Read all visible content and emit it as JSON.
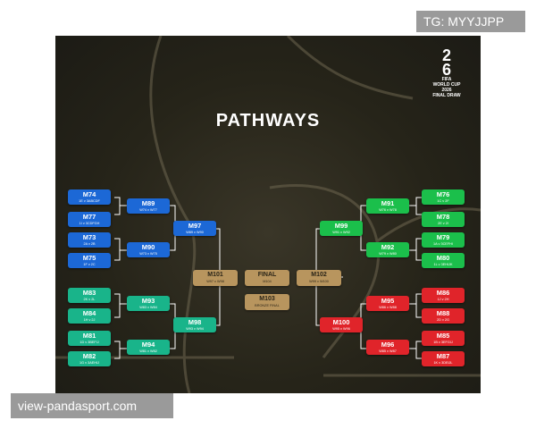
{
  "watermark_top": "TG: MYYJJPP",
  "watermark_bottom": "view-pandasport.com",
  "title": "PATHWAYS",
  "logo": {
    "number_top": "2",
    "number_bottom": "6",
    "line1": "FIFA",
    "line2": "WORLD CUP",
    "line3": "2026",
    "line4": "FINAL DRAW"
  },
  "left_r32": [
    {
      "code": "M74",
      "sub": "1E v 3ABCDF"
    },
    {
      "code": "M77",
      "sub": "1I v 3CDFGH"
    },
    {
      "code": "M73",
      "sub": "2A v 2B"
    },
    {
      "code": "M75",
      "sub": "1F v 2C"
    },
    {
      "code": "M83",
      "sub": "2K v 2L"
    },
    {
      "code": "M84",
      "sub": "1H v 2J"
    },
    {
      "code": "M81",
      "sub": "1D v 3BEFIJ"
    },
    {
      "code": "M82",
      "sub": "1G v 3AEHIJ"
    }
  ],
  "left_r16": [
    {
      "code": "M89",
      "sub": "W74 v W77"
    },
    {
      "code": "M90",
      "sub": "W73 v W75"
    },
    {
      "code": "M93",
      "sub": "W83 v W84"
    },
    {
      "code": "M94",
      "sub": "W81 v W82"
    }
  ],
  "left_qf": [
    {
      "code": "M97",
      "sub": "W89 v W90"
    },
    {
      "code": "M98",
      "sub": "W93 v W94"
    }
  ],
  "semis": [
    {
      "code": "M101",
      "sub": "W97 v W98"
    },
    {
      "code": "M102",
      "sub": "W99 v W100"
    }
  ],
  "final": {
    "code": "FINAL",
    "sub": "M104"
  },
  "third": {
    "code": "M103",
    "sub": "BRONZE FINAL"
  },
  "right_qf": [
    {
      "code": "M99",
      "sub": "W91 v W92"
    },
    {
      "code": "M100",
      "sub": "W95 v W96"
    }
  ],
  "right_r16": [
    {
      "code": "M91",
      "sub": "W76 v W78"
    },
    {
      "code": "M92",
      "sub": "W79 v W80"
    },
    {
      "code": "M95",
      "sub": "W86 v W88"
    },
    {
      "code": "M96",
      "sub": "W85 v W87"
    }
  ],
  "right_r32": [
    {
      "code": "M76",
      "sub": "1C v 2F"
    },
    {
      "code": "M78",
      "sub": "2E v 2I"
    },
    {
      "code": "M79",
      "sub": "1A v 3CEFHI"
    },
    {
      "code": "M80",
      "sub": "1L v 3EHIJK"
    },
    {
      "code": "M86",
      "sub": "1J v 2H"
    },
    {
      "code": "M88",
      "sub": "2D v 2G"
    },
    {
      "code": "M85",
      "sub": "1B v 3EFGIJ"
    },
    {
      "code": "M87",
      "sub": "1K v 3DEIJL"
    }
  ],
  "colors": {
    "blue": "#1c68d6",
    "green": "#1bbf4b",
    "teal": "#19b48a",
    "red": "#e0242a",
    "gold": "#b8955e"
  }
}
